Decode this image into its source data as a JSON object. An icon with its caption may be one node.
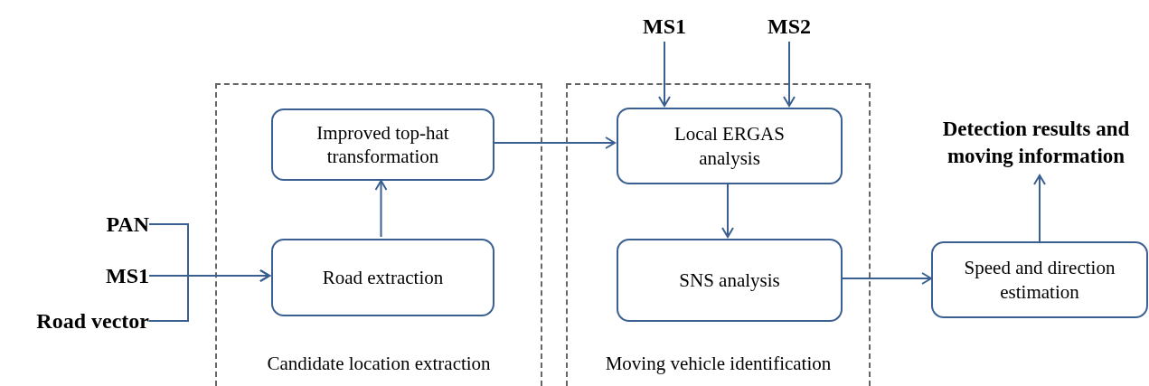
{
  "diagram": {
    "nodes": [
      {
        "text": [
          "Candidate location extraction"
        ]
      },
      {
        "text": [
          "Improved top-hat transformation"
        ],
        "in": 0
      },
      {
        "text": [
          "Road extraction"
        ],
        "in": 0
      },
      {
        "text": [
          "Moving vehicle identification"
        ]
      },
      {
        "text": [
          "Local ERGAS analysis"
        ],
        "in": 3
      },
      {
        "text": [
          "SNS analysis"
        ],
        "in": 3
      },
      {
        "text": [
          "Speed and direction estimation"
        ]
      },
      {
        "text": [
          "PAN"
        ]
      },
      {
        "text": [
          "MS1"
        ]
      },
      {
        "text": [
          "Road vector"
        ]
      },
      {
        "text": [
          "MS1"
        ]
      },
      {
        "text": [
          "MS2"
        ]
      },
      {
        "text": [
          "Detection results and moving information"
        ]
      }
    ],
    "edges": [
      {
        "from": 7,
        "to": 2,
        "arrow": "to"
      },
      {
        "from": 8,
        "to": 2,
        "arrow": "to"
      },
      {
        "from": 9,
        "to": 2,
        "arrow": "to"
      },
      {
        "from": 2,
        "to": 1,
        "arrow": "to"
      },
      {
        "from": 1,
        "to": 4,
        "arrow": "to"
      },
      {
        "from": 10,
        "to": 4,
        "arrow": "to"
      },
      {
        "from": 11,
        "to": 4,
        "arrow": "to"
      },
      {
        "from": 4,
        "to": 5,
        "arrow": "to"
      },
      {
        "from": 5,
        "to": 6,
        "arrow": "to"
      },
      {
        "from": 6,
        "to": 12,
        "arrow": "to"
      }
    ]
  }
}
